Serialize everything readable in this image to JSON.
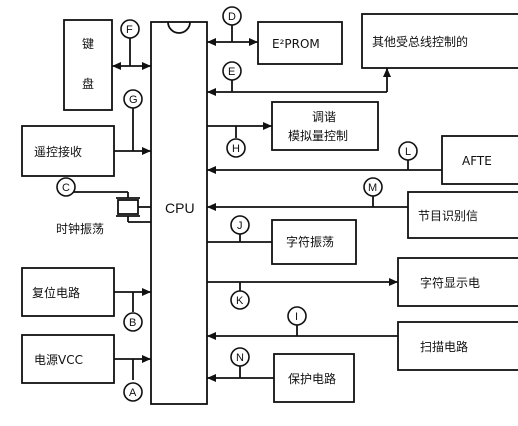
{
  "blocks": {
    "cpu": "CPU",
    "keyboard_top": "键",
    "keyboard_bottom": "盘",
    "remote": "遥控接收",
    "clock": "时钟振荡",
    "reset": "复位电路",
    "power": "电源VCC",
    "eeprom": "E²PROM",
    "bus_other": "其他受总线控制的",
    "tuning_line1": "调谐",
    "tuning_line2": "模拟量控制",
    "afte": "AFTE",
    "program_id": "节目识别信",
    "char_osc": "字符振荡",
    "char_display": "字符显示电",
    "scan": "扫描电路",
    "protect": "保护电路"
  },
  "markers": {
    "A": "A",
    "B": "B",
    "C": "C",
    "D": "D",
    "E": "E",
    "F": "F",
    "G": "G",
    "H": "H",
    "J": "J",
    "K": "K",
    "L": "L",
    "M": "M",
    "N": "N",
    "I": "I"
  }
}
